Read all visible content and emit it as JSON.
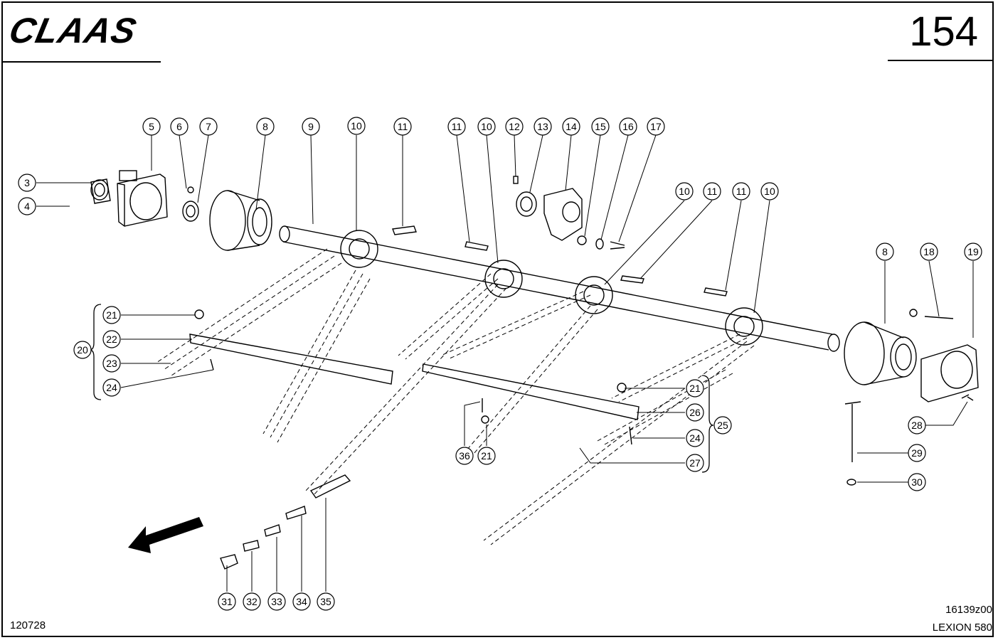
{
  "header": {
    "brand": "CLAAS",
    "page_number": "154"
  },
  "footer": {
    "drawing_id": "120728",
    "part_ref": "16139z00",
    "model": "LEXION 580"
  },
  "callouts": [
    {
      "id": "c5",
      "label": "5"
    },
    {
      "id": "c6",
      "label": "6"
    },
    {
      "id": "c7",
      "label": "7"
    },
    {
      "id": "c8a",
      "label": "8"
    },
    {
      "id": "c9",
      "label": "9"
    },
    {
      "id": "c10a",
      "label": "10"
    },
    {
      "id": "c11a",
      "label": "11"
    },
    {
      "id": "c11b",
      "label": "11"
    },
    {
      "id": "c10b",
      "label": "10"
    },
    {
      "id": "c12",
      "label": "12"
    },
    {
      "id": "c13",
      "label": "13"
    },
    {
      "id": "c14",
      "label": "14"
    },
    {
      "id": "c15",
      "label": "15"
    },
    {
      "id": "c16",
      "label": "16"
    },
    {
      "id": "c17",
      "label": "17"
    },
    {
      "id": "c10c",
      "label": "10"
    },
    {
      "id": "c11c",
      "label": "11"
    },
    {
      "id": "c11d",
      "label": "11"
    },
    {
      "id": "c10d",
      "label": "10"
    },
    {
      "id": "c3",
      "label": "3"
    },
    {
      "id": "c4",
      "label": "4"
    },
    {
      "id": "c8b",
      "label": "8"
    },
    {
      "id": "c18",
      "label": "18"
    },
    {
      "id": "c19",
      "label": "19"
    },
    {
      "id": "c21a",
      "label": "21"
    },
    {
      "id": "c22",
      "label": "22"
    },
    {
      "id": "c20",
      "label": "20"
    },
    {
      "id": "c23",
      "label": "23"
    },
    {
      "id": "c24a",
      "label": "24"
    },
    {
      "id": "c21b",
      "label": "21"
    },
    {
      "id": "c26",
      "label": "26"
    },
    {
      "id": "c25",
      "label": "25"
    },
    {
      "id": "c24b",
      "label": "24"
    },
    {
      "id": "c27",
      "label": "27"
    },
    {
      "id": "c36",
      "label": "36"
    },
    {
      "id": "c21c",
      "label": "21"
    },
    {
      "id": "c28",
      "label": "28"
    },
    {
      "id": "c29",
      "label": "29"
    },
    {
      "id": "c30",
      "label": "30"
    },
    {
      "id": "c31",
      "label": "31"
    },
    {
      "id": "c32",
      "label": "32"
    },
    {
      "id": "c33",
      "label": "33"
    },
    {
      "id": "c34",
      "label": "34"
    },
    {
      "id": "c35",
      "label": "35"
    }
  ]
}
